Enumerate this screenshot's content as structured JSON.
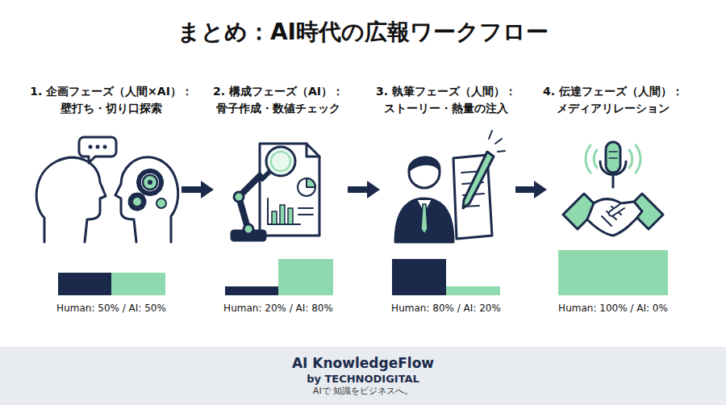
{
  "diagram": {
    "title": "まとめ：AI時代の広報ワークフロー",
    "nodes": [
      {
        "text": [
          "1. 企画フェーズ（人間×AI）：",
          "壁打ち・切り口探索",
          "Human: 50% / AI: 50%"
        ]
      },
      {
        "text": [
          "2. 構成フェーズ（AI）：",
          "骨子作成・数値チェック",
          "Human: 20% / AI: 80%"
        ]
      },
      {
        "text": [
          "3. 執筆フェーズ（人間）：",
          "ストーリー・熱量の注入",
          "Human: 80% / AI: 20%"
        ]
      },
      {
        "text": [
          "4. 伝達フェーズ（人間）：",
          "メディアリレーション",
          "Human: 100% / AI: 0%"
        ]
      },
      {
        "text": [
          "AI KnowledgeFlow",
          "by TECHNODIGITAL",
          "AIで 知識をビジネスへ。"
        ]
      }
    ],
    "edges": [
      {
        "from": 0,
        "to": 1,
        "arrow": "to"
      },
      {
        "from": 1,
        "to": 2,
        "arrow": "to"
      },
      {
        "from": 2,
        "to": 3,
        "arrow": "to"
      }
    ]
  }
}
